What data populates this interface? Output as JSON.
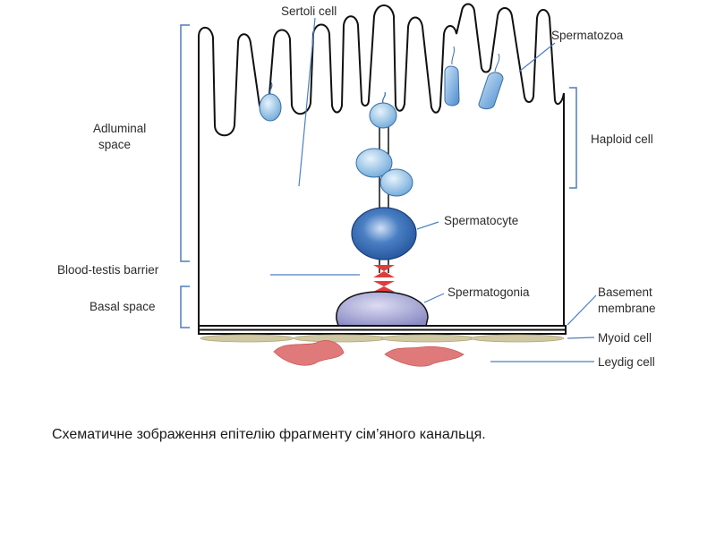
{
  "labels": {
    "sertoli_cell": "Sertoli cell",
    "spermatozoa": "Spermatozoa",
    "adluminal_line1": "Adluminal",
    "adluminal_line2": "space",
    "haploid_cell": "Haploid cell",
    "spermatocyte": "Spermatocyte",
    "blood_testis_barrier": "Blood-testis barrier",
    "basal_space": "Basal space",
    "spermatogonia": "Spermatogonia",
    "basement_line1": "Basement",
    "basement_line2": "membrane",
    "myoid_cell": "Myoid cell",
    "leydig_cell": "Leydig cell"
  },
  "caption": "Схематичне зображення епітелію фрагменту сім’яного канальця.",
  "colors": {
    "bracket_blue": "#4a7fc0",
    "cell_light_blue": "#8fc0e6",
    "spermatocyte_blue": "#2f5fa8",
    "spermatogonia_purple": "#9b9bd0",
    "barrier_red": "#e23b3b",
    "leydig_pink": "#e07a7a",
    "myoid_olive": "#c9c29a",
    "membrane_dark": "#222222"
  }
}
